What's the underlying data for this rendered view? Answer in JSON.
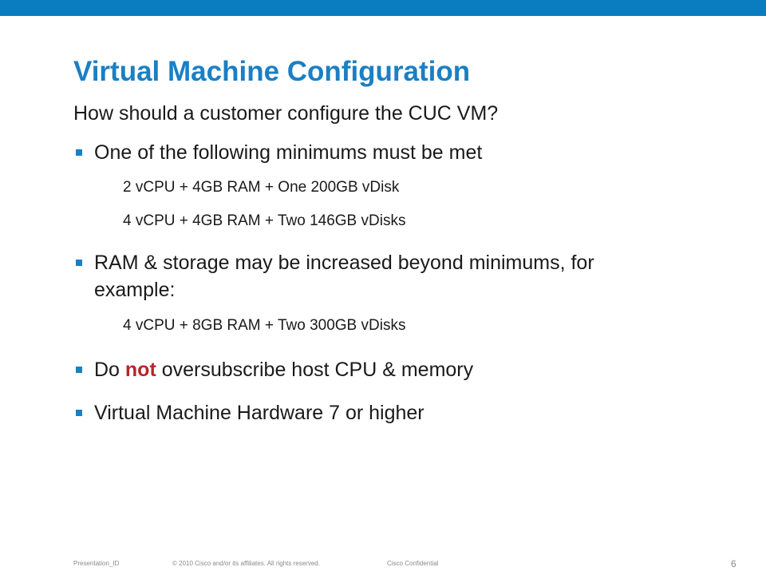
{
  "slide": {
    "title": "Virtual Machine Configuration",
    "subtitle": "How should a customer configure the CUC VM?",
    "bullet1": {
      "text": "One of the following minimums must be met",
      "sub": [
        "2 vCPU + 4GB RAM + One 200GB vDisk",
        "4 vCPU + 4GB RAM + Two 146GB vDisks"
      ]
    },
    "bullet2": {
      "text": "RAM & storage may be increased beyond minimums, for example:",
      "sub": [
        "4 vCPU + 8GB RAM + Two 300GB vDisks"
      ]
    },
    "bullet3": {
      "before": "Do ",
      "emphasis": "not",
      "after": " oversubscribe host CPU & memory"
    },
    "bullet4": {
      "text": "Virtual Machine Hardware 7 or higher"
    }
  },
  "footer": {
    "presentation_id": "Presentation_ID",
    "copyright": "© 2010 Cisco and/or its affiliates. All rights reserved.",
    "confidential": "Cisco Confidential",
    "page_number": "6"
  },
  "colors": {
    "accent_bar": "#0a7dc0",
    "title": "#1b7fc3",
    "emphasis": "#b3272d"
  }
}
